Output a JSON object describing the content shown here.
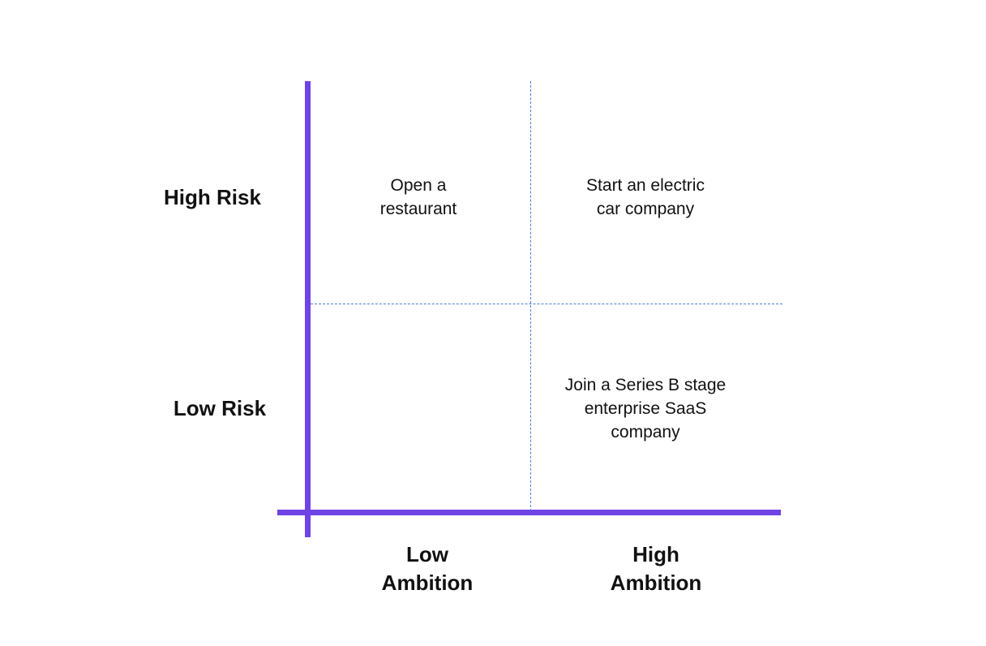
{
  "colors": {
    "axis": "#6f43e6",
    "divider": "#4a7fd6",
    "text": "#111111",
    "background": "#ffffff"
  },
  "y_axis": {
    "high_label": "High Risk",
    "low_label": "Low Risk"
  },
  "x_axis": {
    "low_label": "Low\nAmbition",
    "high_label": "High\nAmbition"
  },
  "quadrants": {
    "top_left": "Open a\nrestaurant",
    "top_right": "Start an electric\ncar company",
    "bottom_left": "",
    "bottom_right": "Join a Series B stage\nenterprise SaaS\ncompany"
  }
}
